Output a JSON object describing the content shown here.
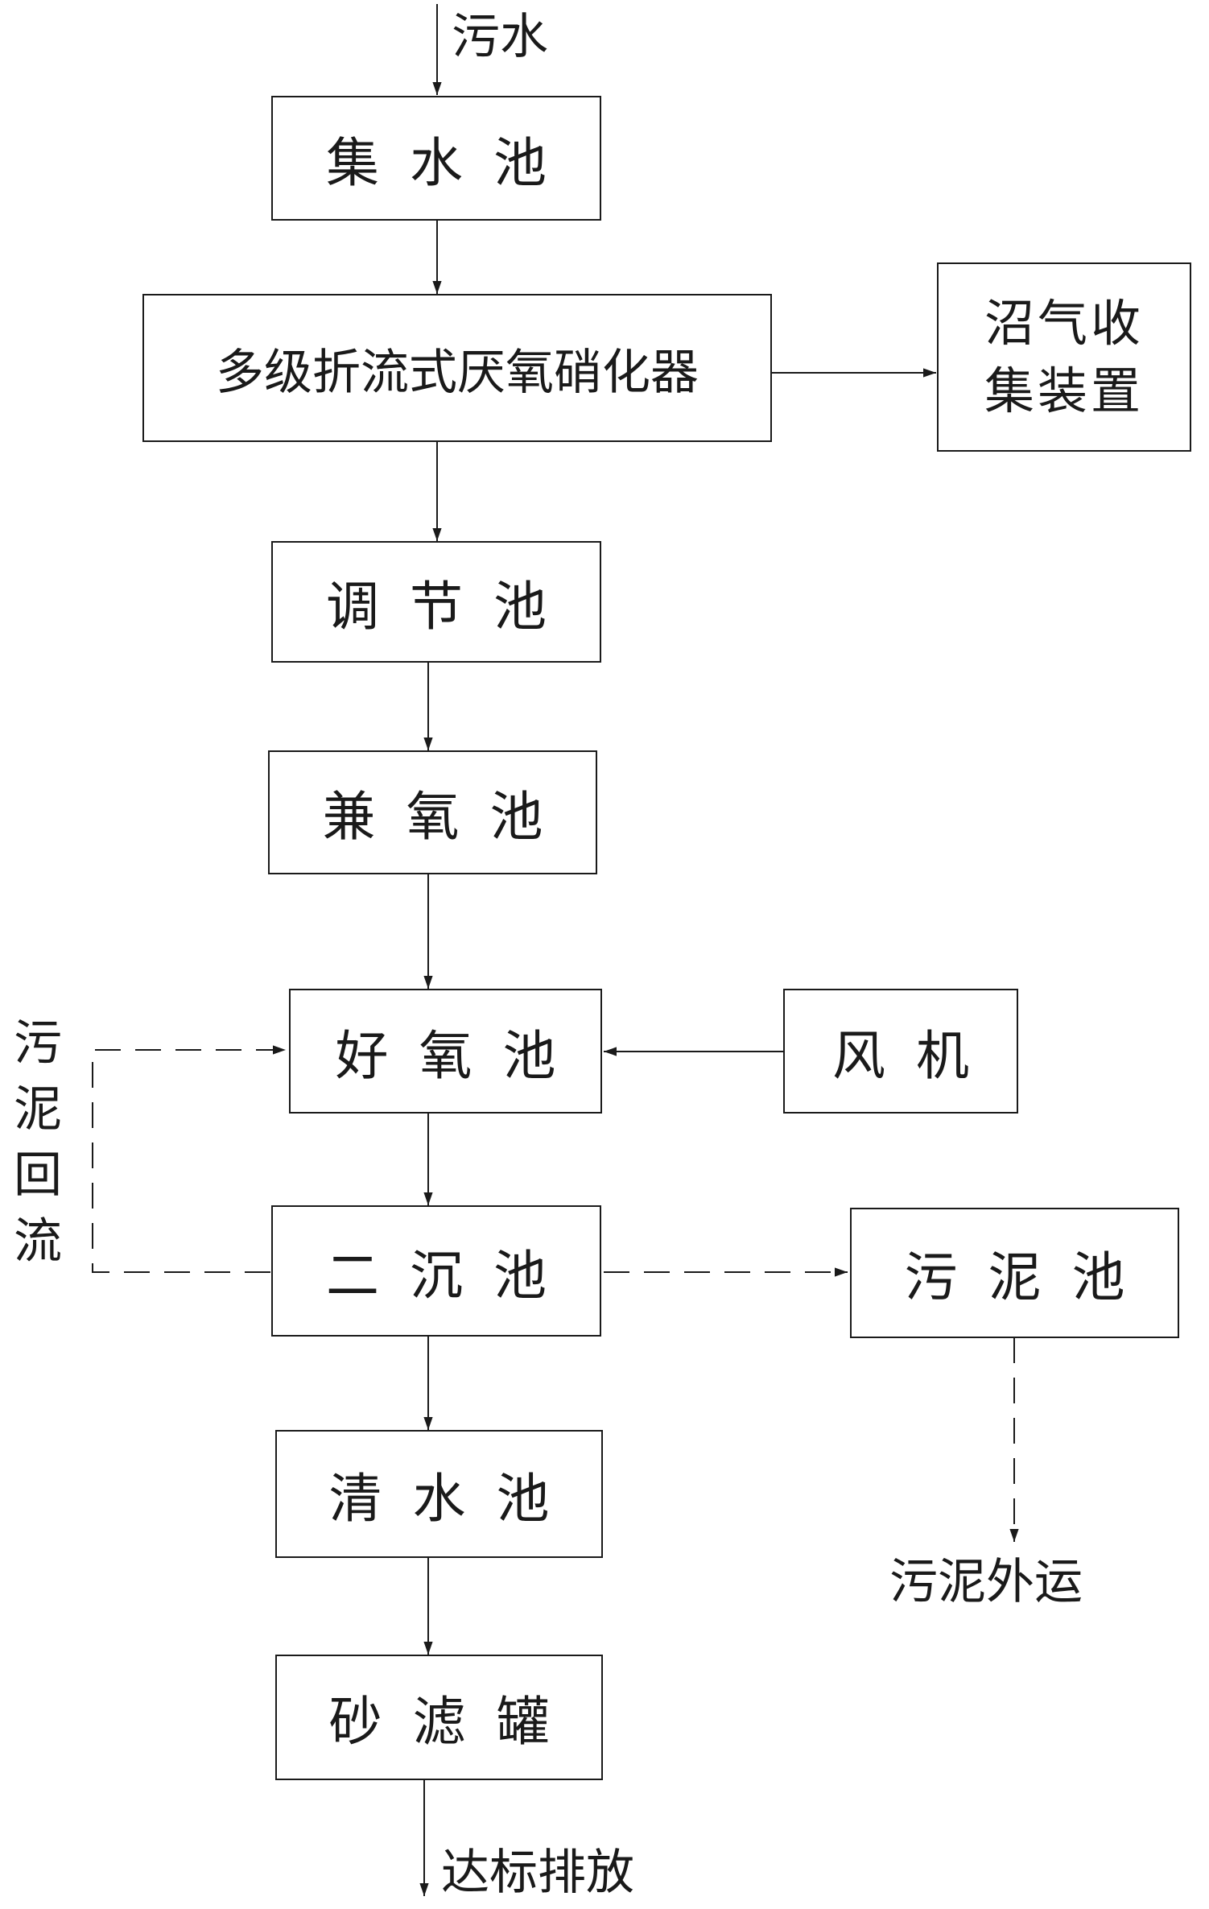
{
  "labels": {
    "inflow": "污水",
    "gas_collection": [
      "沼气收",
      "集装置"
    ],
    "fan": "风机",
    "sludge_return": [
      "污",
      "泥",
      "回",
      "流"
    ],
    "sludge_outbound": "污泥外运",
    "discharge": "达标排放"
  },
  "process": {
    "collection_tank": "集水池",
    "anaerobic_reactor": "多级折流式厌氧硝化器",
    "regulating_tank": "调节池",
    "anoxic_tank": "兼氧池",
    "aerobic_tank": "好氧池",
    "secondary_clarifier": "二沉池",
    "clear_water_tank": "清水池",
    "sand_filter": "砂滤罐",
    "sludge_tank": "污泥池"
  },
  "colors": {
    "line": "#1a1a1a",
    "background": "#ffffff"
  }
}
